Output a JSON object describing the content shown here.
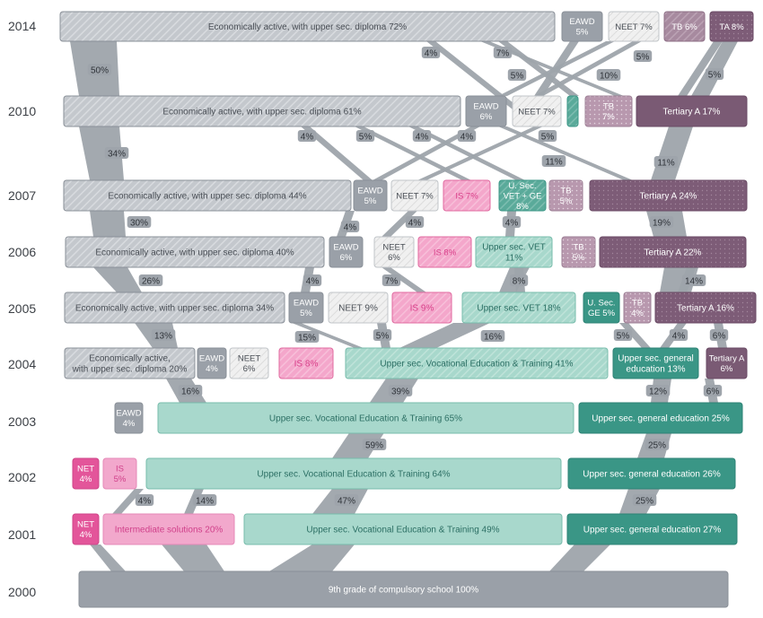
{
  "years": [
    "2014",
    "2010",
    "2007",
    "2006",
    "2005",
    "2004",
    "2003",
    "2002",
    "2001",
    "2000"
  ],
  "colors": {
    "grey": "#9aa0a8",
    "grey_text": "#4a4f56",
    "grey_hatch": "#c9cdd2",
    "teal_light": "#a8d8cc",
    "teal_light_text": "#2c7a6c",
    "teal_dark": "#3a9686",
    "pink": "#e8589a",
    "pink_light": "#f2a8cc",
    "purple": "#7a5a74",
    "mauve_light": "#c6a6bd",
    "white_box": "#eeeeee"
  },
  "boxes": [
    {
      "id": "y2014-econ",
      "text": "Economically active, with upper sec. diploma 72%",
      "style": "grey-hatch"
    },
    {
      "id": "y2014-eawd",
      "text": "EAWD\n5%",
      "style": "grey"
    },
    {
      "id": "y2014-neet",
      "text": "NEET 7%",
      "style": "white-hatch"
    },
    {
      "id": "y2014-tb",
      "text": "TB 6%",
      "style": "mauve-hatch"
    },
    {
      "id": "y2014-ta",
      "text": "TA 8%",
      "style": "purple-dot"
    },
    {
      "id": "y2010-econ",
      "text": "Economically active, with upper sec. diploma  61%",
      "style": "grey-hatch"
    },
    {
      "id": "y2010-eawd",
      "text": "EAWD\n6%",
      "style": "grey"
    },
    {
      "id": "y2010-neet",
      "text": "NEET  7%",
      "style": "white-hatch"
    },
    {
      "id": "y2010-small",
      "text": "",
      "style": "teal-hatch"
    },
    {
      "id": "y2010-tb",
      "text": "TB\n7%",
      "style": "mauve-dot"
    },
    {
      "id": "y2010-ta",
      "text": "Tertiary A  17%",
      "style": "purple"
    },
    {
      "id": "y2007-econ",
      "text": "Economically active, with upper sec. diploma  44%",
      "style": "grey-hatch"
    },
    {
      "id": "y2007-eawd",
      "text": "EAWD\n5%",
      "style": "grey"
    },
    {
      "id": "y2007-neet",
      "text": "NEET  7%",
      "style": "white-hatch"
    },
    {
      "id": "y2007-is",
      "text": "IS  7%",
      "style": "pink-hatch"
    },
    {
      "id": "y2007-vetge",
      "text": "U. Sec.\nVET + GE\n8%",
      "style": "teal-hatch"
    },
    {
      "id": "y2007-tb",
      "text": "TB\n5%",
      "style": "mauve-dot"
    },
    {
      "id": "y2007-ta",
      "text": "Tertiary A  24%",
      "style": "purple-dot"
    },
    {
      "id": "y2006-econ",
      "text": "Economically active, with upper sec. diploma  40%",
      "style": "grey-hatch"
    },
    {
      "id": "y2006-eawd",
      "text": "EAWD\n6%",
      "style": "grey"
    },
    {
      "id": "y2006-neet",
      "text": "NEET\n6%",
      "style": "white-hatch"
    },
    {
      "id": "y2006-is",
      "text": "IS  8%",
      "style": "pink-hatch"
    },
    {
      "id": "y2006-vet",
      "text": "Upper sec. VET\n11%",
      "style": "teal-light-hatch"
    },
    {
      "id": "y2006-tb",
      "text": "TB\n5%",
      "style": "mauve-dot"
    },
    {
      "id": "y2006-ta",
      "text": "Tertiary A  22%",
      "style": "purple-dot"
    },
    {
      "id": "y2005-econ",
      "text": "Economically active, with upper sec. diploma  34%",
      "style": "grey-hatch"
    },
    {
      "id": "y2005-eawd",
      "text": "EAWD\n5%",
      "style": "grey"
    },
    {
      "id": "y2005-neet",
      "text": "NEET  9%",
      "style": "white-hatch"
    },
    {
      "id": "y2005-is",
      "text": "IS  9%",
      "style": "pink-hatch"
    },
    {
      "id": "y2005-vet",
      "text": "Upper sec. VET  18%",
      "style": "teal-light-hatch"
    },
    {
      "id": "y2005-ge",
      "text": "U. Sec.\nGE  5%",
      "style": "teal-dark"
    },
    {
      "id": "y2005-tb",
      "text": "TB\n4%",
      "style": "mauve-dot"
    },
    {
      "id": "y2005-ta",
      "text": "Tertiary A  16%",
      "style": "purple-dot"
    },
    {
      "id": "y2004-econ",
      "text": "Economically active,\nwith upper sec. diploma  20%",
      "style": "grey-hatch"
    },
    {
      "id": "y2004-eawd",
      "text": "EAWD\n4%",
      "style": "grey"
    },
    {
      "id": "y2004-neet",
      "text": "NEET\n6%",
      "style": "white-hatch"
    },
    {
      "id": "y2004-is",
      "text": "IS  8%",
      "style": "pink-hatch"
    },
    {
      "id": "y2004-vet",
      "text": "Upper sec. Vocational Education & Training  41%",
      "style": "teal-light-hatch"
    },
    {
      "id": "y2004-ge",
      "text": "Upper sec. general\neducation  13%",
      "style": "teal-dark"
    },
    {
      "id": "y2004-ta",
      "text": "Tertiary A\n6%",
      "style": "purple"
    },
    {
      "id": "y2003-eawd",
      "text": "EAWD\n4%",
      "style": "grey"
    },
    {
      "id": "y2003-vet",
      "text": "Upper sec. Vocational Education & Training  65%",
      "style": "teal-light"
    },
    {
      "id": "y2003-ge",
      "text": "Upper sec. general education  25%",
      "style": "teal-dark"
    },
    {
      "id": "y2002-net",
      "text": "NET\n4%",
      "style": "pink"
    },
    {
      "id": "y2002-is",
      "text": "IS\n5%",
      "style": "pink-light"
    },
    {
      "id": "y2002-vet",
      "text": "Upper sec. Vocational Education & Training  64%",
      "style": "teal-light"
    },
    {
      "id": "y2002-ge",
      "text": "Upper sec. general education  26%",
      "style": "teal-dark"
    },
    {
      "id": "y2001-net",
      "text": "NET\n4%",
      "style": "pink"
    },
    {
      "id": "y2001-is",
      "text": "Intermediate solutions  20%",
      "style": "pink-light"
    },
    {
      "id": "y2001-vet",
      "text": "Upper sec. Vocational Education & Training  49%",
      "style": "teal-light"
    },
    {
      "id": "y2001-ge",
      "text": "Upper sec. general education  27%",
      "style": "teal-dark"
    },
    {
      "id": "y2000-school",
      "text": "9th grade of compulsory school  100%",
      "style": "grey"
    }
  ],
  "flow_labels": [
    "50%",
    "4%",
    "7%",
    "5%",
    "10%",
    "5%",
    "5%",
    "34%",
    "4%",
    "5%",
    "4%",
    "4%",
    "5%",
    "11%",
    "11%",
    "30%",
    "4%",
    "4%",
    "4%",
    "19%",
    "26%",
    "4%",
    "7%",
    "8%",
    "14%",
    "13%",
    "15%",
    "5%",
    "16%",
    "5%",
    "4%",
    "6%",
    "16%",
    "39%",
    "12%",
    "6%",
    "59%",
    "25%",
    "4%",
    "14%",
    "47%",
    "25%"
  ]
}
